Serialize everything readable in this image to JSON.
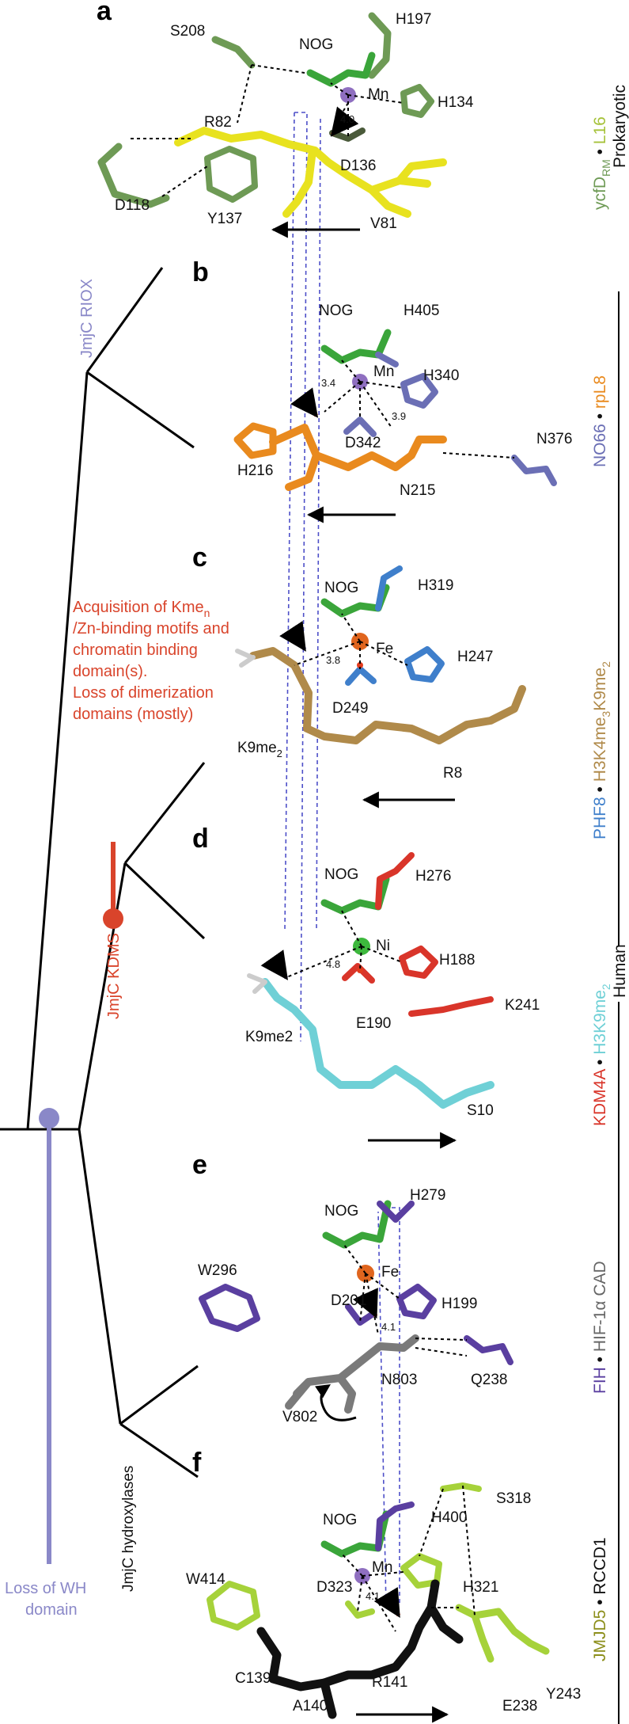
{
  "panels": {
    "a": {
      "letter": "a",
      "labels": {
        "S208": "S208",
        "NOG": "NOG",
        "H197": "H197",
        "Mn": "Mn",
        "H134": "H134",
        "R82": "R82",
        "D136": "D136",
        "D118": "D118",
        "Y137": "Y137",
        "V81": "V81",
        "dist": "4.0"
      },
      "title_part1": "ycfD",
      "title_sub": "RM",
      "title_dot": " • ",
      "title_part2": "L16",
      "domain_label": "Prokaryotic"
    },
    "b": {
      "letter": "b",
      "labels": {
        "NOG": "NOG",
        "H405": "H405",
        "Mn": "Mn",
        "H340": "H340",
        "N376": "N376",
        "H216": "H216",
        "D342": "D342",
        "N215": "N215",
        "dist1": "3.4",
        "dist2": "3.9"
      },
      "title_part1": "NO66",
      "title_dot": " • ",
      "title_part2": "rpL8"
    },
    "c": {
      "letter": "c",
      "labels": {
        "NOG": "NOG",
        "H319": "H319",
        "Fe": "Fe",
        "H247": "H247",
        "D249": "D249",
        "K9me2": "K9me",
        "K9me2_sub": "2",
        "R8": "R8",
        "dist": "3.8"
      },
      "title_part1": "PHF8",
      "title_dot": " • ",
      "title_part2": "H3K4me",
      "title_sub1": "3",
      "title_part3": "K9me",
      "title_sub2": "2"
    },
    "d": {
      "letter": "d",
      "labels": {
        "NOG": "NOG",
        "H276": "H276",
        "Ni": "Ni",
        "H188": "H188",
        "E190": "E190",
        "K241": "K241",
        "K9me2": "K9me2",
        "S10": "S10",
        "dist": "4.8"
      },
      "title_part1": "KDM4A",
      "title_dot": " • ",
      "title_part2": "H3K9me",
      "title_sub": "2",
      "domain_label": "Human"
    },
    "e": {
      "letter": "e",
      "labels": {
        "NOG": "NOG",
        "H279": "H279",
        "Fe": "Fe",
        "W296": "W296",
        "D201": "D201",
        "H199": "H199",
        "V802": "V802",
        "N803": "N803",
        "Q238": "Q238",
        "dist": "4.1"
      },
      "title_part1": "FIH",
      "title_dot": " • ",
      "title_part2": "HIF-1α CAD"
    },
    "f": {
      "letter": "f",
      "labels": {
        "NOG": "NOG",
        "H400": "H400",
        "S318": "S318",
        "Mn": "Mn",
        "W414": "W414",
        "D323": "D323",
        "H321": "H321",
        "C139": "C139",
        "A140": "A140",
        "R141": "R141",
        "E238": "E238",
        "Y243": "Y243",
        "dist": "4.1"
      },
      "title_part1": "JMJD5",
      "title_dot": " • ",
      "title_part2": "RCCD1"
    }
  },
  "tree": {
    "riox_label": "JmjC RIOX",
    "kdms_label": "JmjC KDMS",
    "hydroxylases_label": "JmjC hydroxylases",
    "kdm_annotation": [
      "Acquisition of Kme",
      "/Zn-binding motifs and",
      "chromatin binding",
      "domain(s).",
      "Loss of dimerization",
      "domains (mostly)"
    ],
    "kdm_annotation_sub": "n",
    "wh_annotation": [
      "Loss of WH",
      "domain"
    ]
  },
  "colors": {
    "tree_red": "#d9442b",
    "tree_violet": "#8a88c8",
    "nog_green": "#3aa53a",
    "substrate_yellow": "#e8e21f",
    "ycfd_green": "#6e9a55",
    "no66_slate": "#6b6fb5",
    "rpl8_orange": "#e98a1e",
    "phf8_blue": "#3f7fcb",
    "h3_tan": "#b08a4a",
    "kdm4a_red": "#d9352a",
    "h3_cyan": "#6fd0d6",
    "fih_purple": "#5a3fa0",
    "hif_grey": "#7a7a7a",
    "jmjd5_lime": "#a6d23a",
    "rccd1_black": "#111111",
    "mn_violet": "#8f6fc0",
    "fe_orange": "#e0651e",
    "ni_green": "#3db83d",
    "guide_blue": "#4d4fc8"
  }
}
